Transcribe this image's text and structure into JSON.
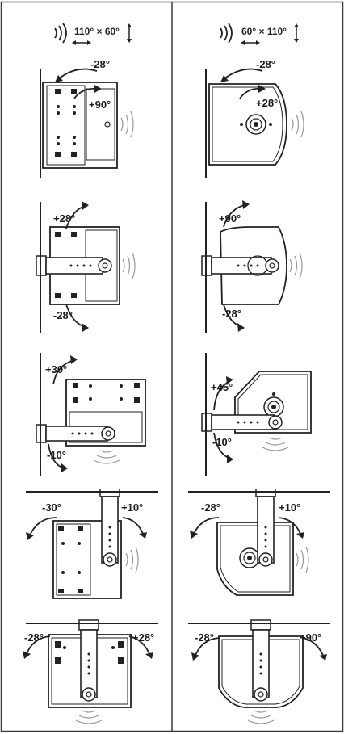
{
  "header": {
    "left_coverage": "110° × 60°",
    "right_coverage": "60° × 110°"
  },
  "rows": [
    {
      "type": "wall-horizontal-tilt",
      "left": {
        "up": "-28°",
        "down": "+90°"
      },
      "right": {
        "up": "-28°",
        "down": "+28°"
      }
    },
    {
      "type": "wall-bracket-side",
      "left": {
        "up": "+28°",
        "down": "-28°"
      },
      "right": {
        "up": "+90°",
        "down": "-28°"
      }
    },
    {
      "type": "wall-bracket-top",
      "left": {
        "up": "+30°",
        "down": "-10°"
      },
      "right": {
        "up": "+45°",
        "down": "-10°"
      }
    },
    {
      "type": "ceiling-side",
      "left": {
        "a": "-30°",
        "b": "+10°"
      },
      "right": {
        "a": "-28°",
        "b": "+10°"
      }
    },
    {
      "type": "ceiling-front",
      "left": {
        "a": "-28°",
        "b": "+28°"
      },
      "right": {
        "a": "-28°",
        "b": "+90°"
      }
    }
  ],
  "colors": {
    "line": "#2a2a2a",
    "frame": "#3a3a3a",
    "rule": "#666666"
  },
  "icons": [
    "sound-waves-icon",
    "horizontal-arrow-icon",
    "vertical-arrow-icon",
    "rotation-arrow-icon"
  ]
}
